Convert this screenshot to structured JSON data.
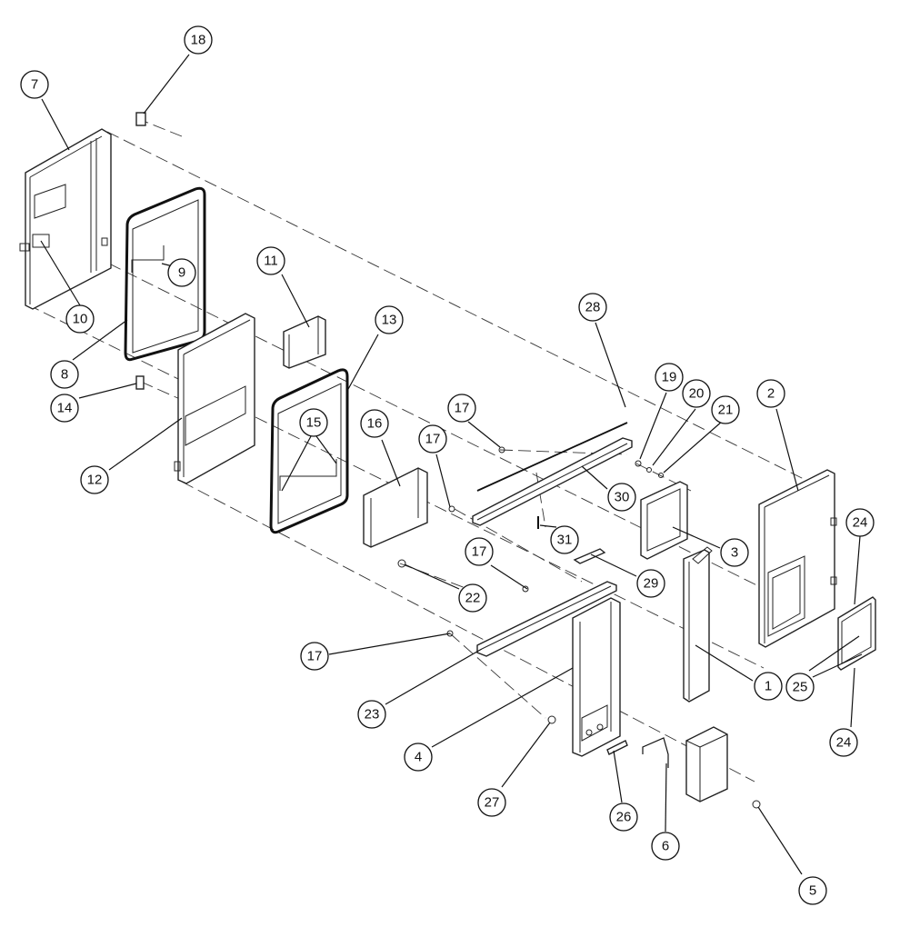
{
  "callouts": [
    {
      "id": "c18",
      "label": "18"
    },
    {
      "id": "c7",
      "label": "7"
    },
    {
      "id": "c9",
      "label": "9"
    },
    {
      "id": "c10",
      "label": "10"
    },
    {
      "id": "c8",
      "label": "8"
    },
    {
      "id": "c11",
      "label": "11"
    },
    {
      "id": "c13",
      "label": "13"
    },
    {
      "id": "c14",
      "label": "14"
    },
    {
      "id": "c12",
      "label": "12"
    },
    {
      "id": "c15",
      "label": "15"
    },
    {
      "id": "c16",
      "label": "16"
    },
    {
      "id": "c28",
      "label": "28"
    },
    {
      "id": "c19",
      "label": "19"
    },
    {
      "id": "c20",
      "label": "20"
    },
    {
      "id": "c21",
      "label": "21"
    },
    {
      "id": "c2",
      "label": "2"
    },
    {
      "id": "c17a",
      "label": "17"
    },
    {
      "id": "c17b",
      "label": "17"
    },
    {
      "id": "c30",
      "label": "30"
    },
    {
      "id": "c31",
      "label": "31"
    },
    {
      "id": "c3",
      "label": "3"
    },
    {
      "id": "c24a",
      "label": "24"
    },
    {
      "id": "c29",
      "label": "29"
    },
    {
      "id": "c17c",
      "label": "17"
    },
    {
      "id": "c22",
      "label": "22"
    },
    {
      "id": "c17d",
      "label": "17"
    },
    {
      "id": "c1",
      "label": "1"
    },
    {
      "id": "c25",
      "label": "25"
    },
    {
      "id": "c23",
      "label": "23"
    },
    {
      "id": "c24b",
      "label": "24"
    },
    {
      "id": "c4",
      "label": "4"
    },
    {
      "id": "c27",
      "label": "27"
    },
    {
      "id": "c26",
      "label": "26"
    },
    {
      "id": "c6",
      "label": "6"
    },
    {
      "id": "c5",
      "label": "5"
    }
  ]
}
